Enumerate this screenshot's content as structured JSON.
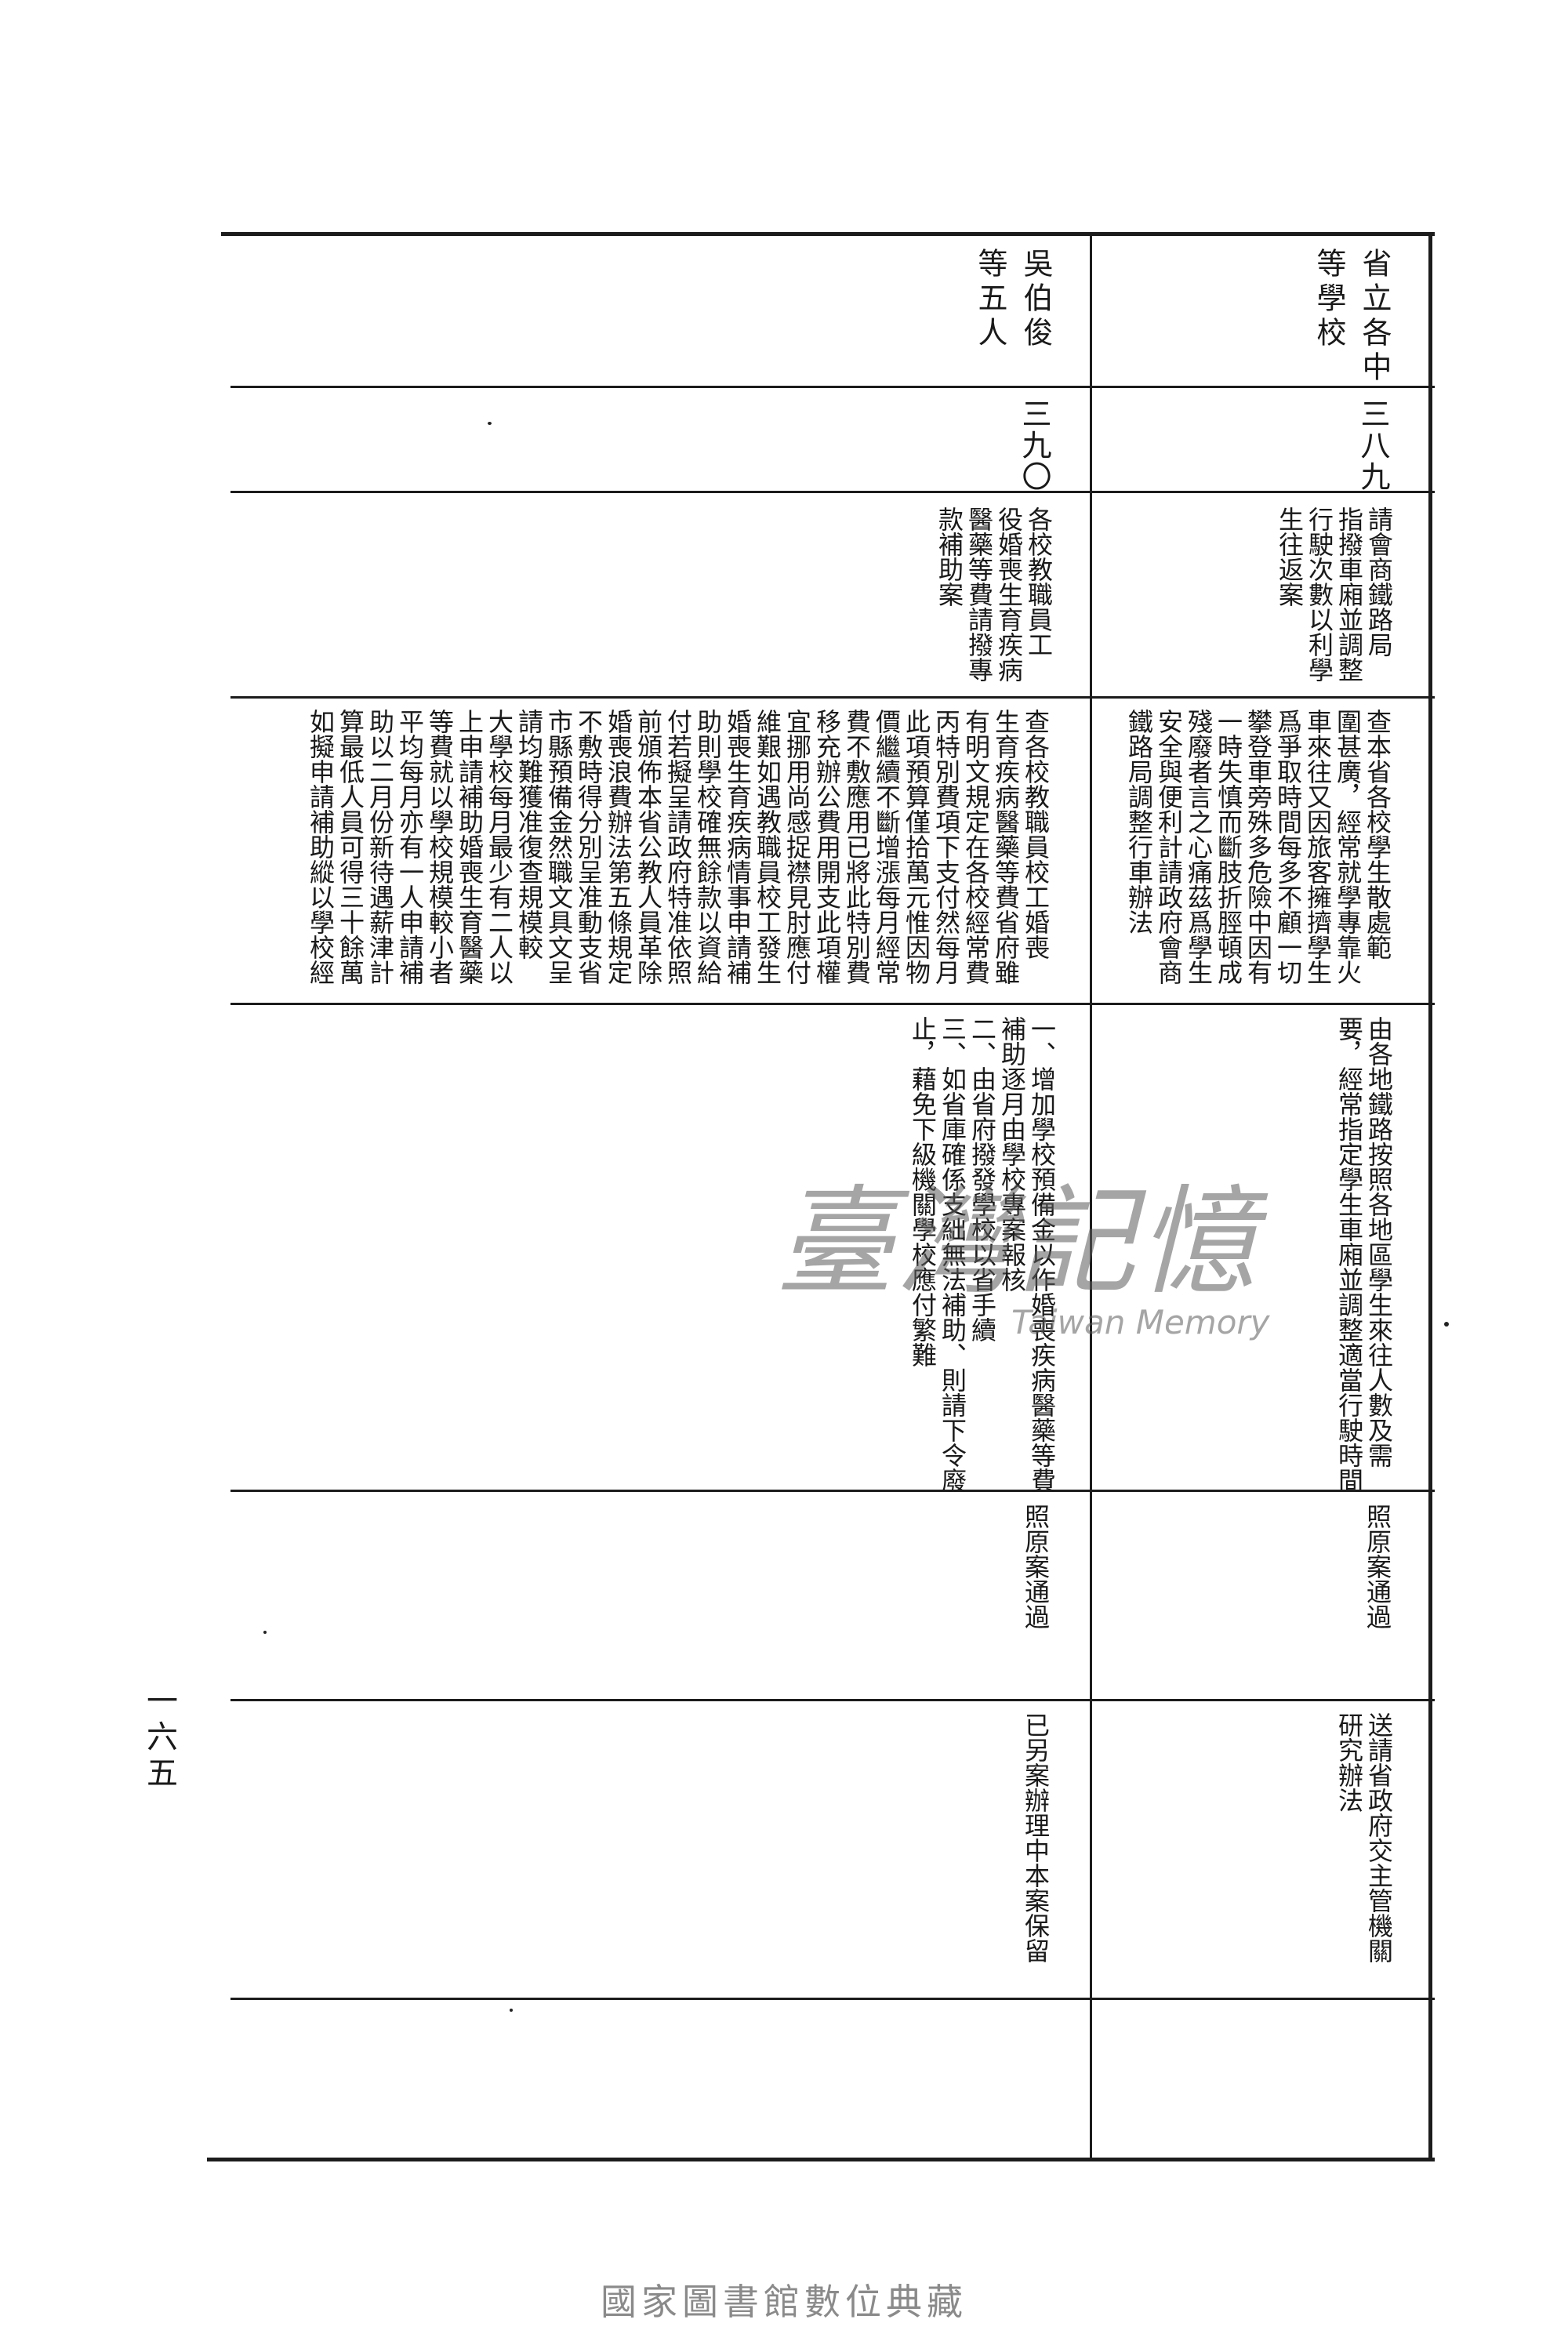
{
  "table": {
    "records": [
      {
        "requester": "省立各中\n等學校",
        "number": "三八九",
        "subject": "請會商鐵路局\n指撥車廂並調整\n行駛次數以利學\n生往返案",
        "reason": "查本省各校學生散處範\n圍甚廣，經常就學專靠火\n車來往又因旅客擁擠學生\n爲爭取時間每多不顧一切\n攀登車旁殊多危險中因有\n一時失慎而斷肢折脛頓成\n殘廢者言之心痛茲爲學生\n安全與便利計請政府會商\n鐵路局調整行車辦法",
        "measures": "由各地鐵路按照各地區學生來往人數及需\n要，經常指定學生車廂並調整適當行駛時間",
        "review": "照原案通過",
        "result": "送請省政府交主管機關\n研究辦法"
      },
      {
        "requester": "吳伯俊\n等五人",
        "number": "三九〇",
        "subject": "各校教職員工\n役婚喪生育疾病\n醫藥等費請撥專\n款補助案",
        "reason": "查各校教職員校工婚喪\n生育疾病醫藥等費省府雖\n有明文規定在各校經常費\n丙特別費項下支付然每月\n此項預算僅拾萬元惟因物\n價繼續不斷增漲每月經常\n費不敷應用已將此特別費\n移充辦公費用開支此項權\n宜挪用尚感捉襟見肘應付\n維艱如遇教職員校工發生\n婚喪生育疾病情事申請補\n助則學校確無餘款以資給\n付若擬呈請政府特准依照\n前頒佈本省公教人員革除\n婚喪浪費辦法第五條規定\n不敷時得分別呈准動支省\n市縣預備金然職文具文呈\n請均難獲准復查規模較\n大學校每月最少有二人以\n上申請補助婚喪生育醫藥\n等費就以學校規模較小者\n平均每月亦有一人申請補\n助以二月份新待遇薪津計\n算最低人員可得三十餘萬\n如擬申請補助縱以學校經",
        "measures": "一、增加學校預備金以作婚喪疾病醫藥等費\n補助逐月由學校專案報核\n二、由省府撥發學校以省手續\n三、如省庫確係支絀無法補助、則請下令廢\n止，藉免下級機關學校應付繁難",
        "review": "照原案通過",
        "result": "已另案辦理中本案保留"
      }
    ]
  },
  "page_number": "一六五",
  "watermark": {
    "title": "臺灣記憶",
    "subtitle": "Taiwan Memory"
  },
  "footer": "國家圖書館數位典藏"
}
